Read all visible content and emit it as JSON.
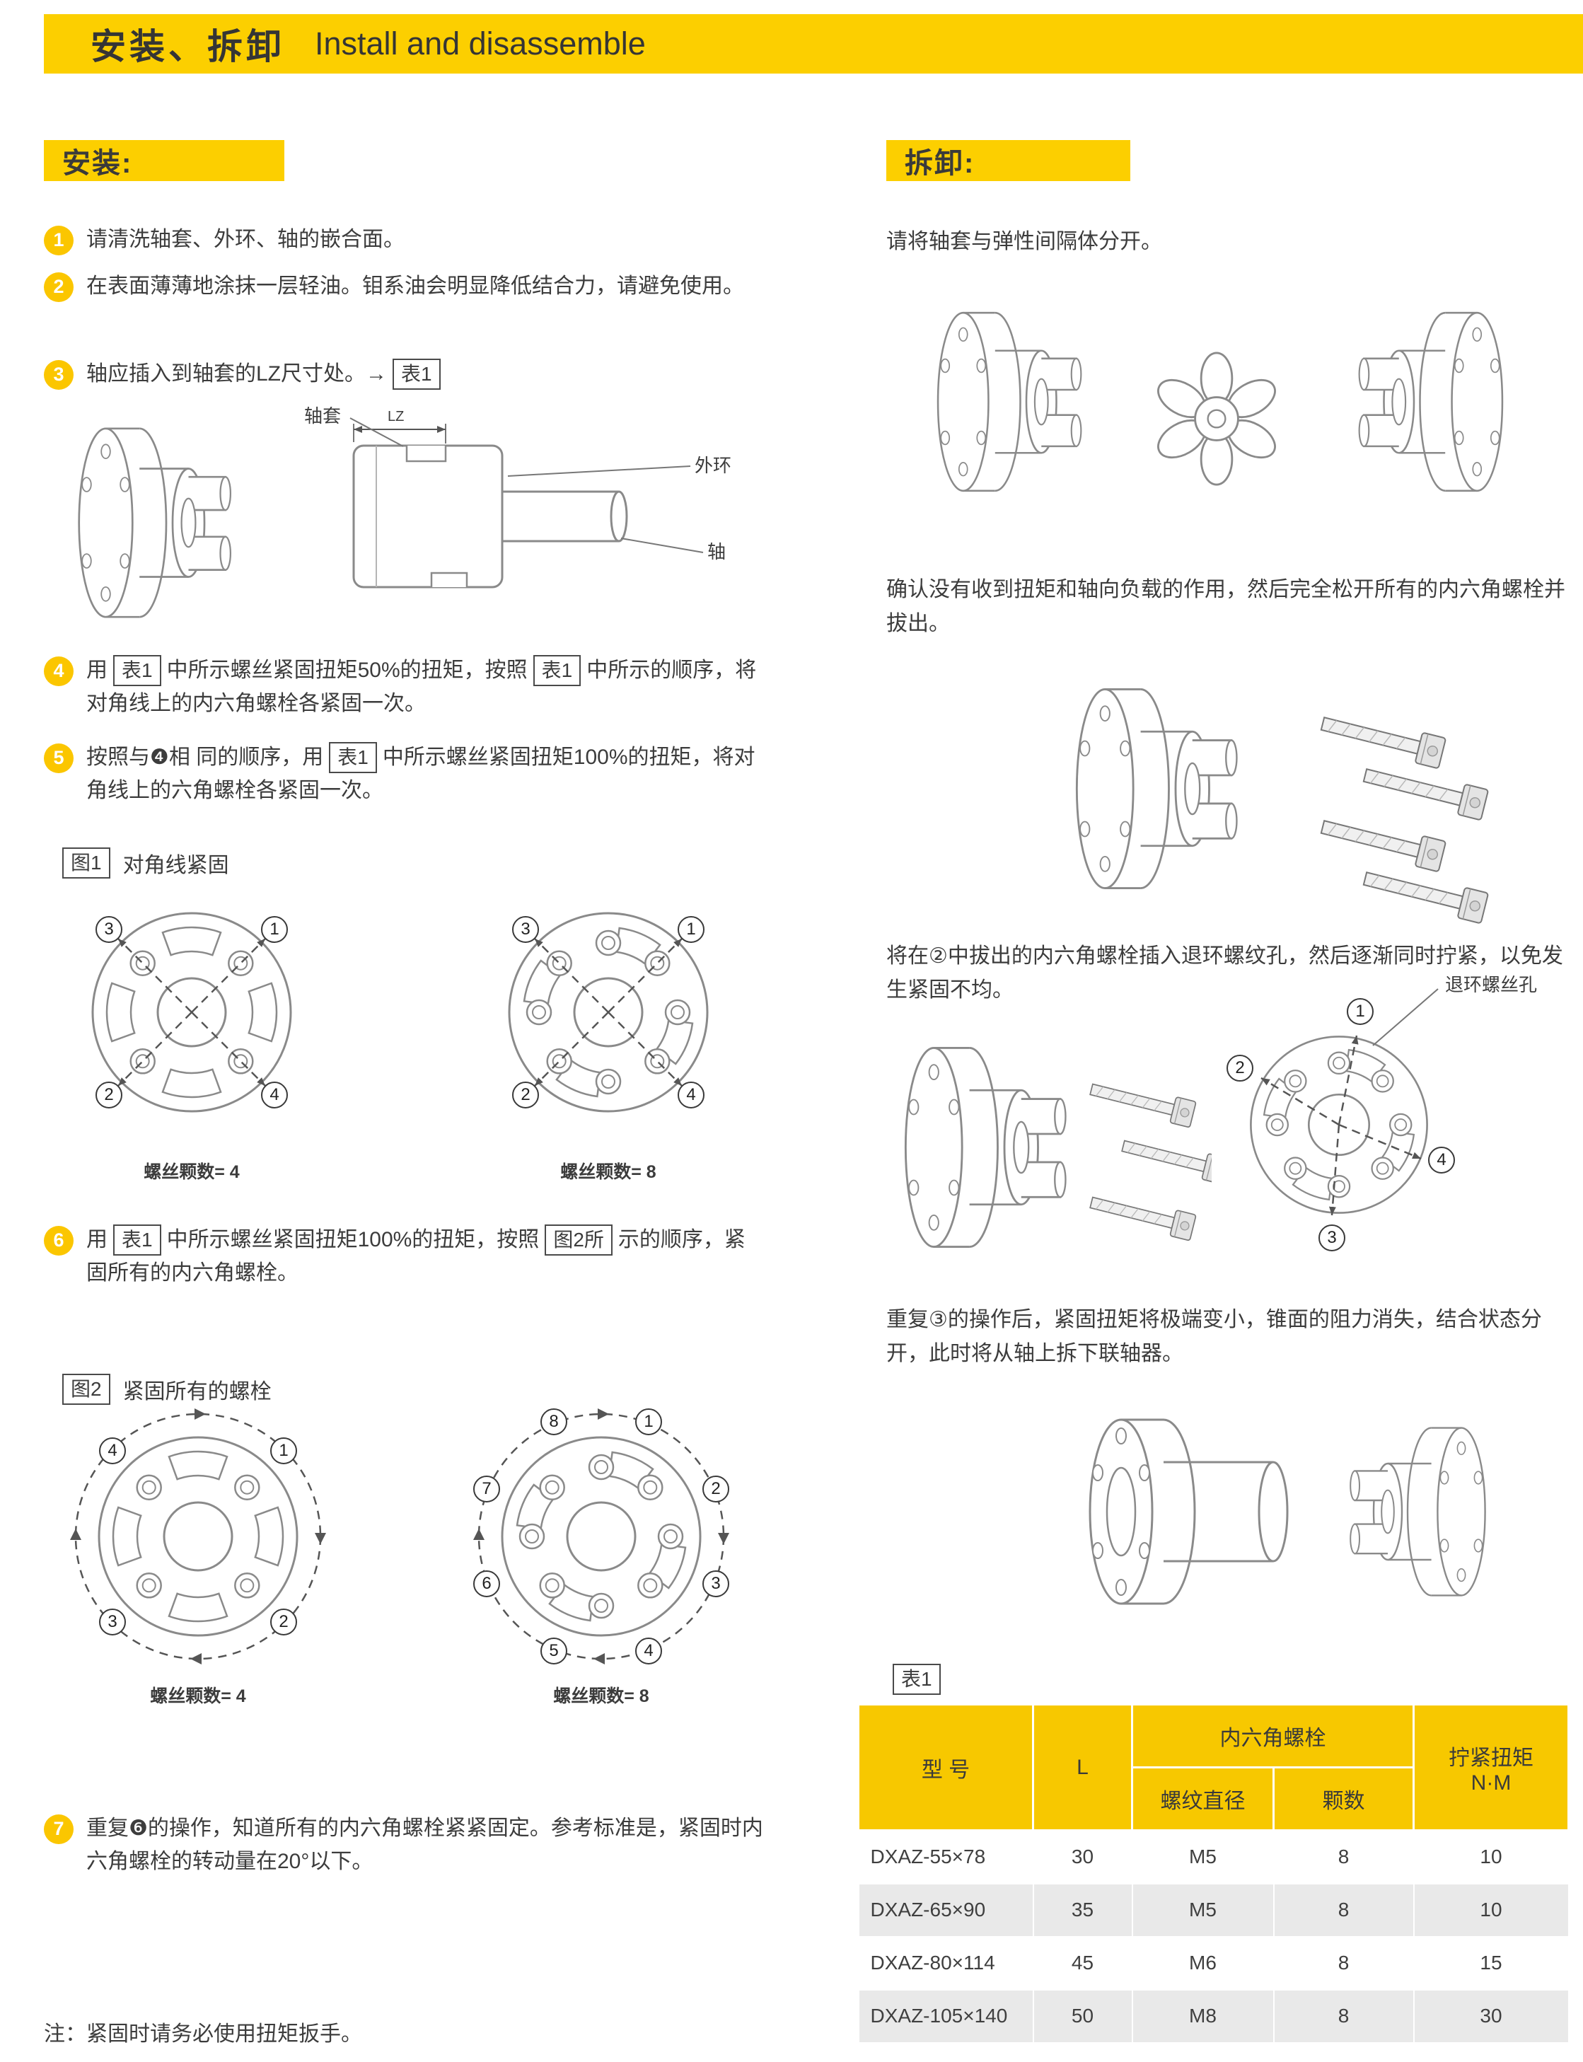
{
  "header": {
    "title_zh": "安装、拆卸",
    "title_en": "Install and disassemble"
  },
  "install": {
    "badge": "安装:",
    "step1": {
      "num": "1",
      "text": "请清洗轴套、外环、轴的嵌合面。"
    },
    "step2": {
      "num": "2",
      "text": "在表面薄薄地涂抹一层轻油。钼系油会明显降低结合力，请避免使用。"
    },
    "step3": {
      "num": "3",
      "pre": "轴应插入到轴套的LZ尺寸处。→",
      "ref": "表1"
    },
    "step4": {
      "num": "4",
      "s1": "用",
      "ref1": "表1",
      "s2": "中所示螺丝紧固扭矩50%的扭矩，按照",
      "ref2": "表1",
      "s3": "中所示的顺序，将对角线上的内六角螺栓各紧固一次。"
    },
    "step5": {
      "num": "5",
      "s1": "按照与❹相 同的顺序，用",
      "ref1": "表1",
      "s2": "中所示螺丝紧固扭矩100%的扭矩，将对角线上的六角螺栓各紧固一次。"
    },
    "step6": {
      "num": "6",
      "s1": "用",
      "ref1": "表1",
      "s2": "中所示螺丝紧固扭矩100%的扭矩，按照",
      "ref2": "图2所",
      "s3": "示的顺序，紧固所有的内六角螺栓。"
    },
    "step7": {
      "num": "7",
      "text": "重复❻的操作，知道所有的内六角螺栓紧紧固定。参考标准是，紧固时内六角螺栓的转动量在20°以下。"
    },
    "shaft_labels": {
      "sleeve": "轴套",
      "lz": "LZ",
      "ring": "外环",
      "shaft": "轴"
    },
    "fig1": {
      "tag": "图1",
      "title": "对角线紧固",
      "caption_left": "螺丝颗数= 4",
      "caption_right": "螺丝颗数= 8",
      "callouts_left": [
        "1",
        "2",
        "3",
        "4"
      ],
      "callouts_right": [
        "1",
        "2",
        "3",
        "4"
      ]
    },
    "fig2": {
      "tag": "图2",
      "title": "紧固所有的螺栓",
      "caption_left": "螺丝颗数= 4",
      "caption_right": "螺丝颗数= 8",
      "callouts_left": [
        "1",
        "2",
        "3",
        "4"
      ],
      "callouts_right": [
        "1",
        "2",
        "3",
        "4",
        "5",
        "6",
        "7",
        "8"
      ]
    }
  },
  "disassemble": {
    "badge": "拆卸:",
    "para1": "请将轴套与弹性间隔体分开。",
    "para2": "确认没有收到扭矩和轴向负载的作用，然后完全松开所有的内六角螺栓并拔出。",
    "para3": "将在②中拔出的内六角螺栓插入退环螺纹孔，然后逐渐同时拧紧，以免发生紧固不均。",
    "para4": "重复③的操作后，紧固扭矩将极端变小，锥面的阻力消失，结合状态分开，此时将从轴上拆下联轴器。",
    "removal_label": "退环螺丝孔",
    "callouts": [
      "1",
      "2",
      "3",
      "4"
    ]
  },
  "table": {
    "tag": "表1",
    "headers": {
      "model": "型 号",
      "l": "L",
      "bolt_group": "内六角螺栓",
      "thread": "螺纹直径",
      "qty": "颗数",
      "torque_line1": "拧紧扭矩",
      "torque_line2": "N·M"
    },
    "rows": [
      {
        "model": "DXAZ-55×78",
        "l": "30",
        "thread": "M5",
        "qty": "8",
        "torque": "10"
      },
      {
        "model": "DXAZ-65×90",
        "l": "35",
        "thread": "M5",
        "qty": "8",
        "torque": "10"
      },
      {
        "model": "DXAZ-80×114",
        "l": "45",
        "thread": "M6",
        "qty": "8",
        "torque": "15"
      },
      {
        "model": "DXAZ-105×140",
        "l": "50",
        "thread": "M8",
        "qty": "8",
        "torque": "30"
      }
    ]
  },
  "note": "注：紧固时请务必使用扭矩扳手。"
}
